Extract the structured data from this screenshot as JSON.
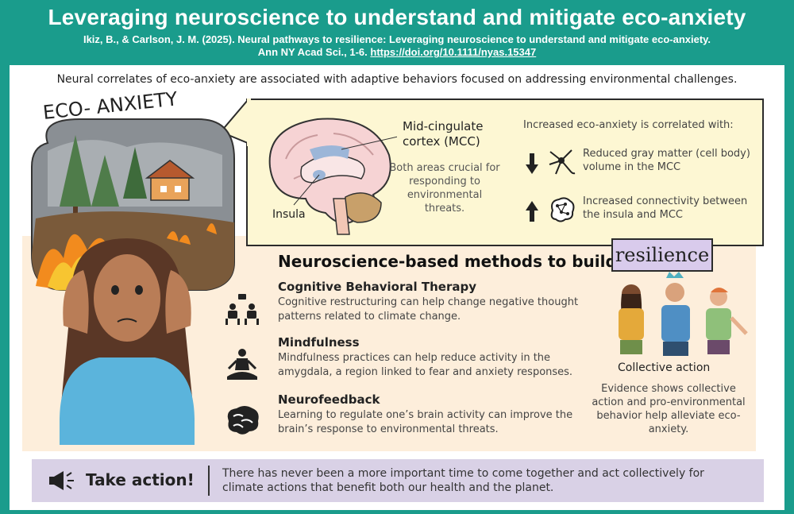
{
  "header": {
    "title": "Leveraging neuroscience to understand and mitigate eco-anxiety",
    "citation_line1": "Ikiz, B., & Carlson, J. M. (2025). Neural pathways to resilience: Leveraging neuroscience to understand and mitigate eco-anxiety.",
    "citation_line2_prefix": "Ann NY Acad Sci., 1-6. ",
    "doi": "https://doi.org/10.1111/nyas.15347"
  },
  "subtitle": "Neural correlates of eco-anxiety are associated with adaptive behaviors focused on addressing environmental challenges.",
  "illustration": {
    "label": "ECO- ANXIETY"
  },
  "brain": {
    "mcc_label_line1": "Mid-cingulate",
    "mcc_label_line2": "cortex (MCC)",
    "insula_label": "Insula",
    "crucial_text": "Both areas crucial for responding to environmental threats."
  },
  "correlates": {
    "title": "Increased eco-anxiety is correlated with:",
    "items": [
      {
        "direction": "down",
        "icon": "neuron-icon",
        "text": "Reduced gray matter (cell body) volume in the MCC"
      },
      {
        "direction": "up",
        "icon": "brain-network-icon",
        "text": "Increased connectivity between the insula and MCC"
      }
    ]
  },
  "methods": {
    "title": "Neuroscience-based methods to build",
    "items": [
      {
        "name": "Cognitive Behavioral Therapy",
        "icon": "therapy-session-icon",
        "desc": "Cognitive restructuring can help change negative thought patterns related to climate change."
      },
      {
        "name": "Mindfulness",
        "icon": "meditation-icon",
        "desc": "Mindfulness practices can help reduce activity in the amygdala, a region linked to fear and anxiety responses."
      },
      {
        "name": "Neurofeedback",
        "icon": "brain-icon",
        "desc": "Learning to regulate one’s brain activity can improve the brain’s response to environmental threats."
      }
    ]
  },
  "resilience": {
    "sign": "resilience",
    "collective_title": "Collective action",
    "collective_desc": "Evidence shows collective action and pro-environmental behavior help alleviate eco-anxiety."
  },
  "footer": {
    "take_action": "Take action!",
    "message": "There has never been a more important time to come together and act collectively for climate actions that benefit both our health and the planet."
  },
  "colors": {
    "teal": "#1a9c8c",
    "yellow_panel": "#fdf7d3",
    "peach_panel": "#fdeedb",
    "lavender": "#d9d1e6"
  }
}
